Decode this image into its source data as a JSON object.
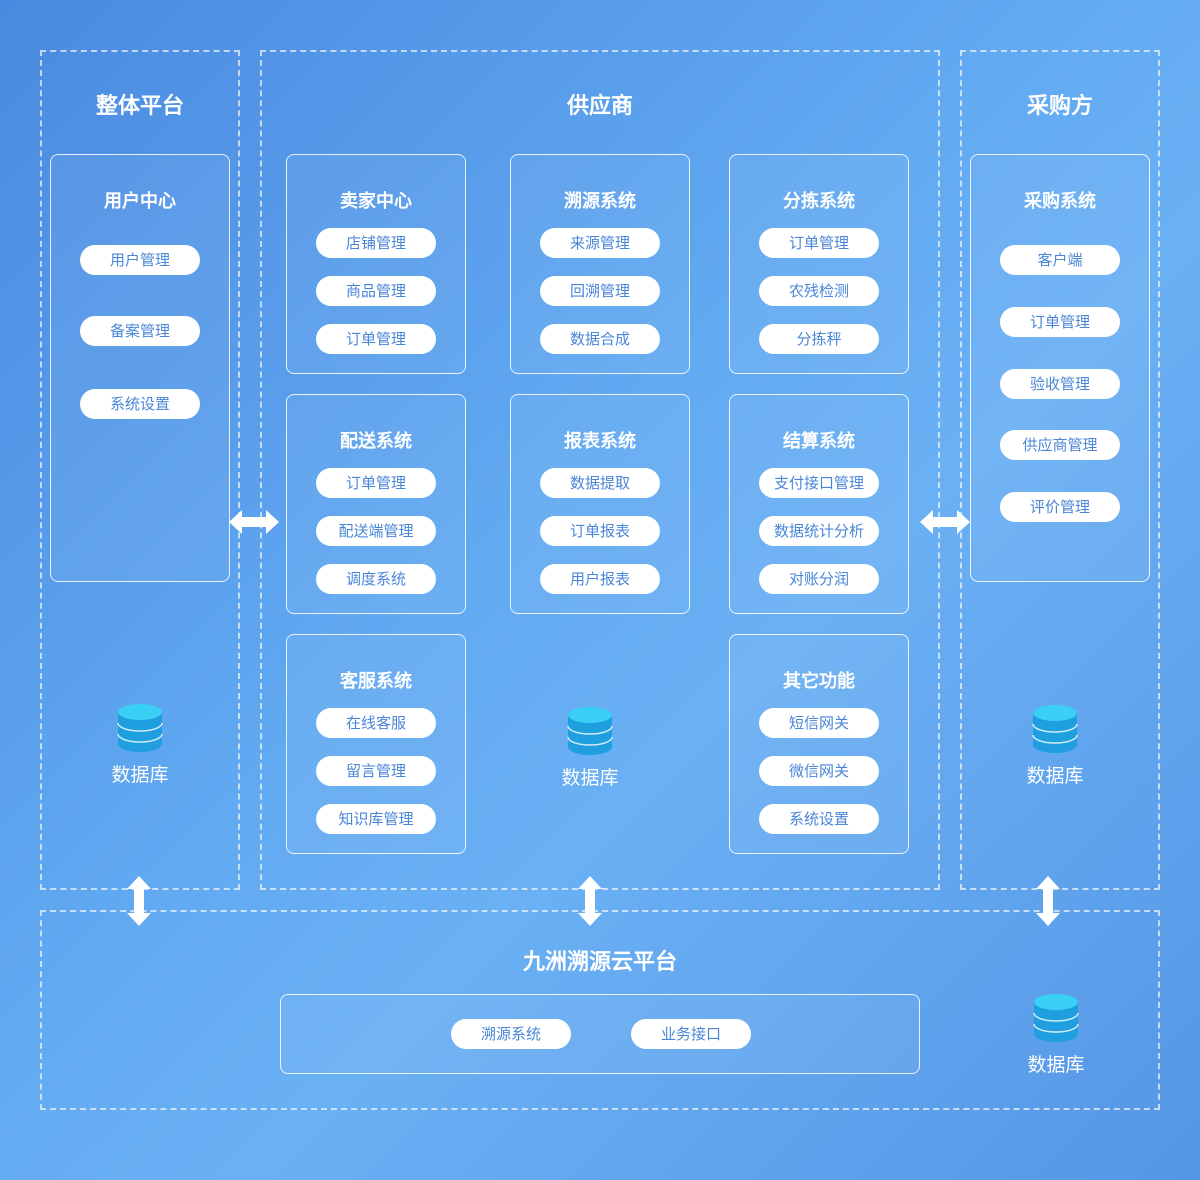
{
  "platform": {
    "title": "整体平台",
    "box_title": "用户中心",
    "items": [
      "用户管理",
      "备案管理",
      "系统设置"
    ],
    "db_label": "数据库"
  },
  "supplier": {
    "title": "供应商",
    "seller": {
      "title": "卖家中心",
      "items": [
        "店铺管理",
        "商品管理",
        "订单管理"
      ]
    },
    "trace": {
      "title": "溯源系统",
      "items": [
        "来源管理",
        "回溯管理",
        "数据合成"
      ]
    },
    "sorting": {
      "title": "分拣系统",
      "items": [
        "订单管理",
        "农残检测",
        "分拣秤"
      ]
    },
    "delivery": {
      "title": "配送系统",
      "items": [
        "订单管理",
        "配送端管理",
        "调度系统"
      ]
    },
    "report": {
      "title": "报表系统",
      "items": [
        "数据提取",
        "订单报表",
        "用户报表"
      ]
    },
    "settle": {
      "title": "结算系统",
      "items": [
        "支付接口管理",
        "数据统计分析",
        "对账分润"
      ]
    },
    "service": {
      "title": "客服系统",
      "items": [
        "在线客服",
        "留言管理",
        "知识库管理"
      ]
    },
    "other": {
      "title": "其它功能",
      "items": [
        "短信网关",
        "微信网关",
        "系统设置"
      ]
    },
    "db_label": "数据库"
  },
  "buyer": {
    "title": "采购方",
    "box_title": "采购系统",
    "items": [
      "客户端",
      "订单管理",
      "验收管理",
      "供应商管理",
      "评价管理"
    ],
    "db_label": "数据库"
  },
  "cloud": {
    "title": "九洲溯源云平台",
    "items": [
      "溯源系统",
      "业务接口"
    ],
    "db_label": "数据库"
  },
  "colors": {
    "pill_text": "#4a86d8",
    "db_top": "#3ad0f5",
    "db_body": "#1f9fe0"
  }
}
